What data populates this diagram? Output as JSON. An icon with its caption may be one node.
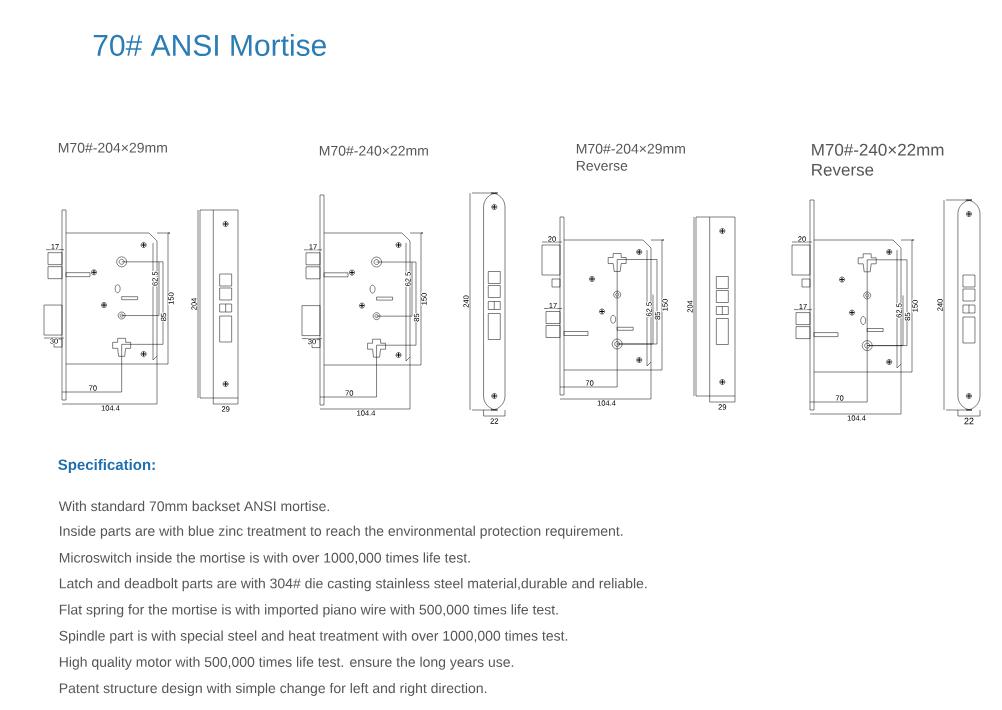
{
  "diagram": {
    "title": "70# ANSI Mortise",
    "labels": [
      "M70#-204×29mm",
      "M70#-240×22mm",
      "M70#-204×29mm Reverse",
      "M70#-240×22mm Reverse",
      "17",
      "30",
      "62.5",
      "85",
      "150",
      "70",
      "104.4",
      "204",
      "29",
      "17",
      "30",
      "62.5",
      "85",
      "150",
      "70",
      "104.4",
      "240",
      "22",
      "20",
      "17",
      "62.5",
      "85",
      "150",
      "70",
      "104.4",
      "204",
      "29",
      "20",
      "17",
      "62.5",
      "85",
      "150",
      "70",
      "104.4",
      "240",
      "22",
      "Specification:",
      "With standard 70mm backset ANSI mortise.",
      "Inside parts are with blue zinc treatment to reach the environmental protection requirement.",
      "Microswitch inside the mortise is with over 1000,000 times life test.",
      "Latch and deadbolt parts are with 304# die casting stainless steel material,durable and reliable.",
      "Flat spring for the mortise is with imported piano wire with 500,000 times life test.",
      "Spindle part is with special steel and heat treatment with over 1000,000 times test.",
      "High quality motor with 500,000 times life test. ensure the long years use.",
      "Patent structure design with simple change for left and right direction."
    ]
  }
}
